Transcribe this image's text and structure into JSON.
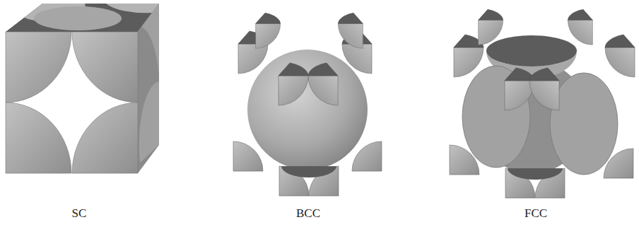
{
  "diagram": {
    "labels": [
      "SC",
      "BCC",
      "FCC"
    ]
  }
}
